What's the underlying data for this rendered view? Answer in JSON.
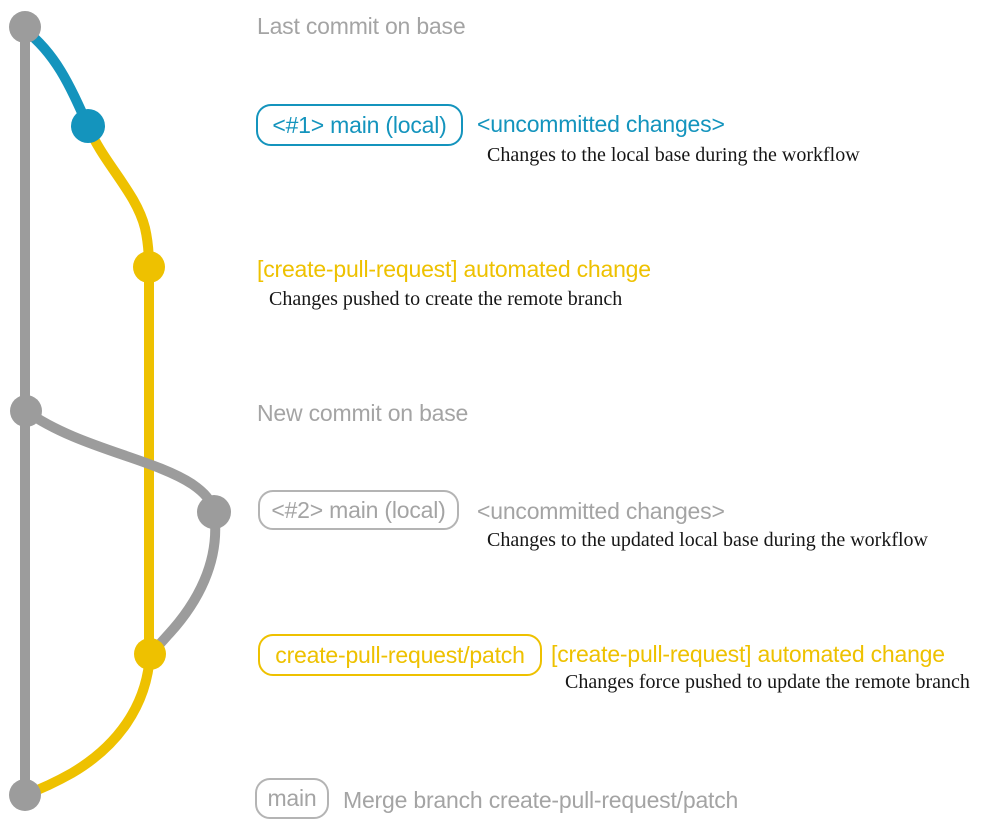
{
  "colors": {
    "gray_line": "#9c9c9c",
    "gray_text": "#a4a4a4",
    "gray_border": "#b4b4b4",
    "blue": "#1494bd",
    "yellow": "#eec100",
    "note": "#161616",
    "background": "#ffffff"
  },
  "rows": {
    "base_top": {
      "label": "Last commit on base"
    },
    "run1": {
      "badge": "<#1> main (local)",
      "heading": "<uncommitted changes>",
      "note": "Changes to the local base during the workflow"
    },
    "push1": {
      "heading": "[create-pull-request] automated change",
      "note": "Changes pushed to create the remote branch"
    },
    "base_new": {
      "label": "New commit on base"
    },
    "run2": {
      "badge": "<#2> main (local)",
      "heading": "<uncommitted changes>",
      "note": "Changes to the updated local base during the workflow"
    },
    "push2": {
      "badge": "create-pull-request/patch",
      "heading": "[create-pull-request] automated change",
      "note": "Changes force pushed to update the remote branch"
    },
    "merge": {
      "badge": "main",
      "label": "Merge branch create-pull-request/patch"
    }
  },
  "graph": {
    "commit_nodes": [
      {
        "name": "last-commit-on-base",
        "color": "gray"
      },
      {
        "name": "run1-uncommitted-changes",
        "color": "blue"
      },
      {
        "name": "run1-automated-change",
        "color": "yellow"
      },
      {
        "name": "new-commit-on-base",
        "color": "gray"
      },
      {
        "name": "run2-uncommitted-changes",
        "color": "gray"
      },
      {
        "name": "run2-automated-change",
        "color": "yellow"
      },
      {
        "name": "merge-commit",
        "color": "gray"
      }
    ]
  }
}
